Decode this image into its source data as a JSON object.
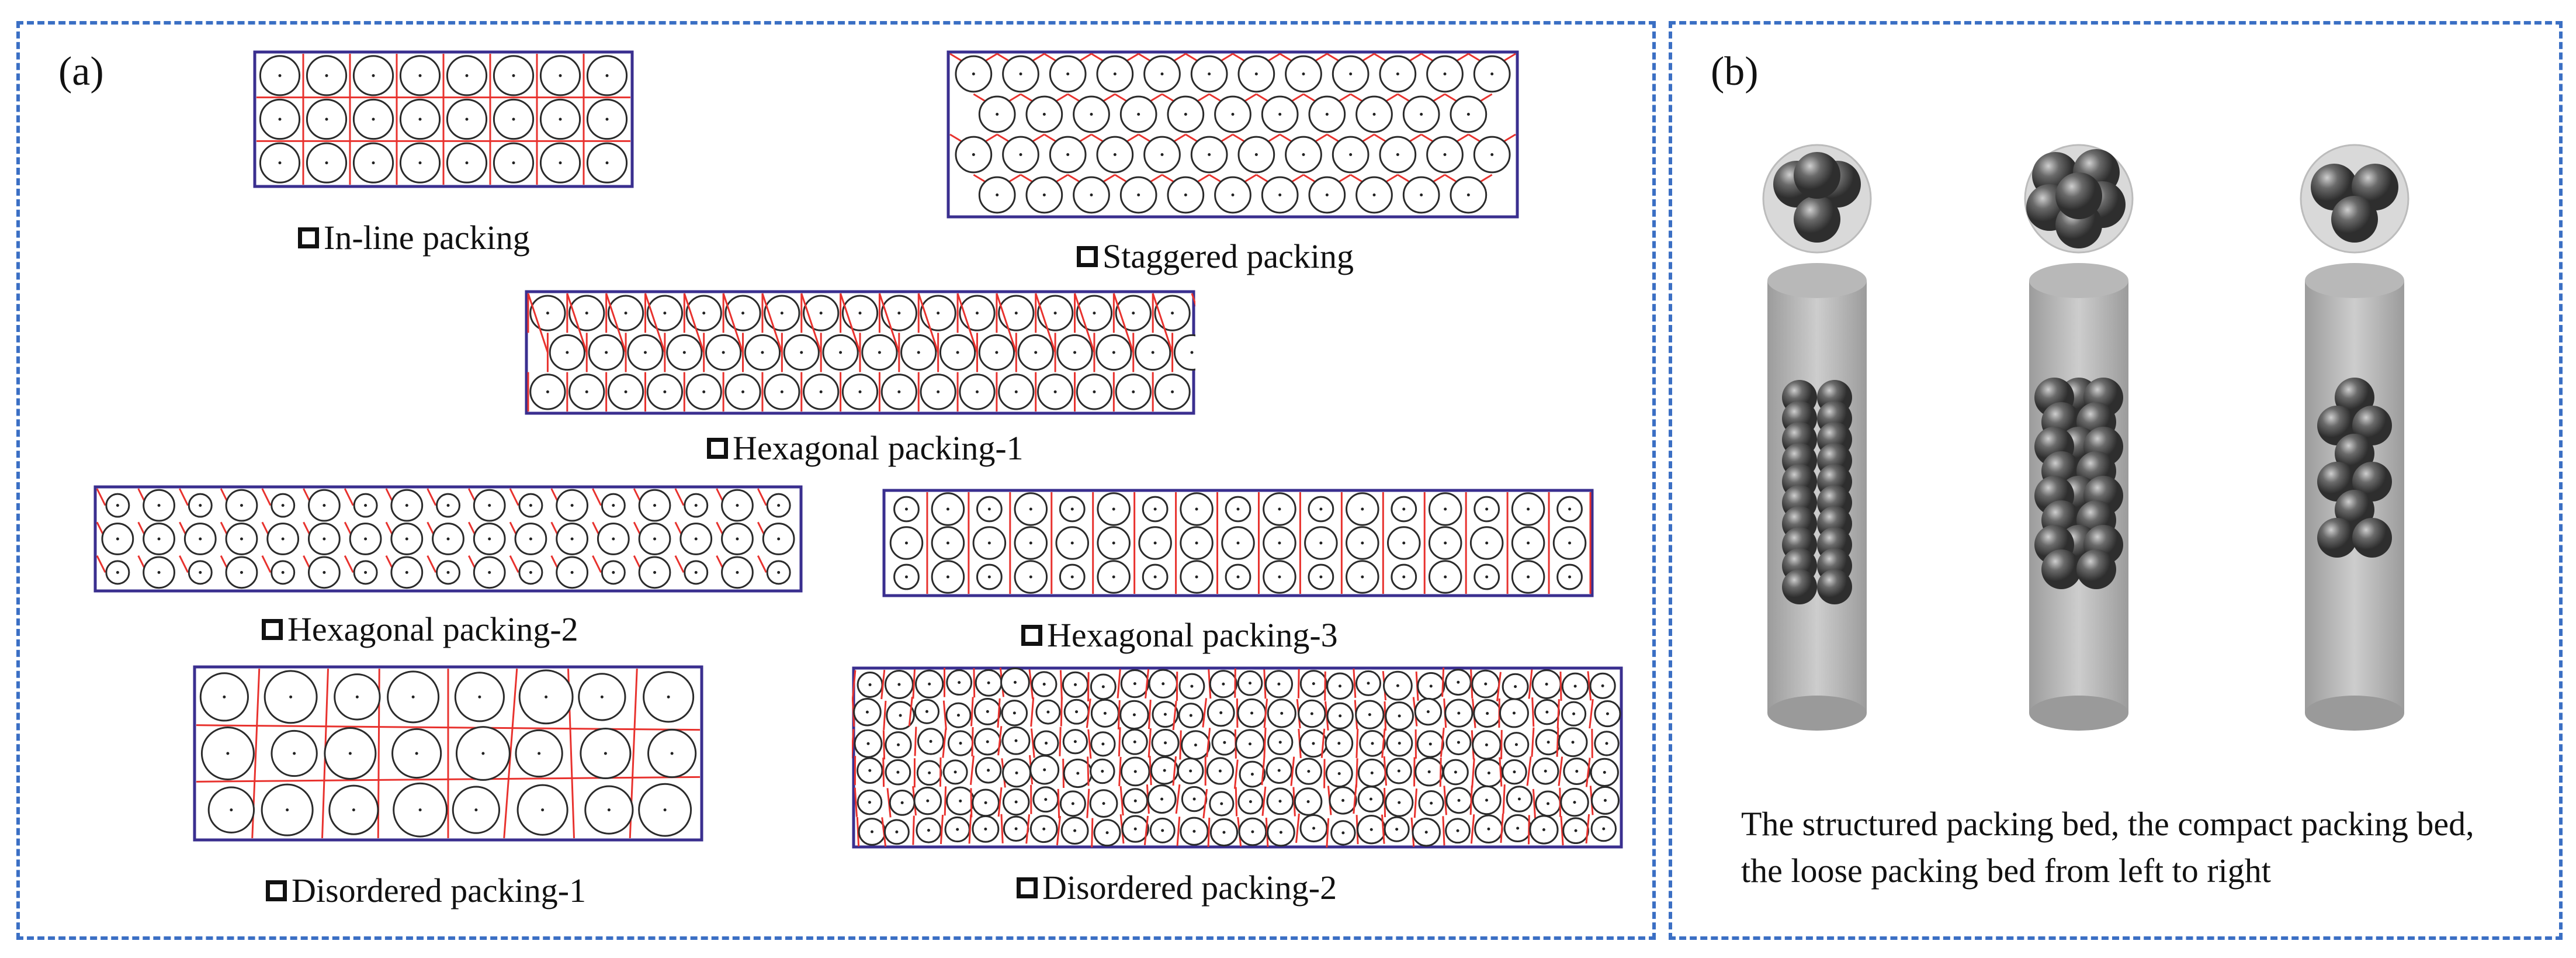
{
  "panel_a": {
    "label": "(a)",
    "packings": [
      {
        "id": "inline",
        "caption": "In-line packing"
      },
      {
        "id": "staggered",
        "caption": "Staggered packing"
      },
      {
        "id": "hex1",
        "caption": "Hexagonal packing-1"
      },
      {
        "id": "hex2",
        "caption": "Hexagonal packing-2"
      },
      {
        "id": "hex3",
        "caption": "Hexagonal packing-3"
      },
      {
        "id": "dis1",
        "caption": "Disordered packing-1"
      },
      {
        "id": "dis2",
        "caption": "Disordered packing-2"
      }
    ]
  },
  "panel_b": {
    "label": "(b)",
    "caption": "The structured packing bed, the compact packing bed, the loose packing bed from left to right",
    "beds": [
      {
        "id": "structured"
      },
      {
        "id": "compact"
      },
      {
        "id": "loose"
      }
    ]
  },
  "colors": {
    "frame_dashed": "#3b6fc4",
    "diagram_border": "#3a2f8f",
    "cell_line": "#e8322e",
    "particle_outline": "#2b2b2b",
    "tube_gray": "#9c9c9c",
    "sphere_gray": "#5a5a5a"
  }
}
